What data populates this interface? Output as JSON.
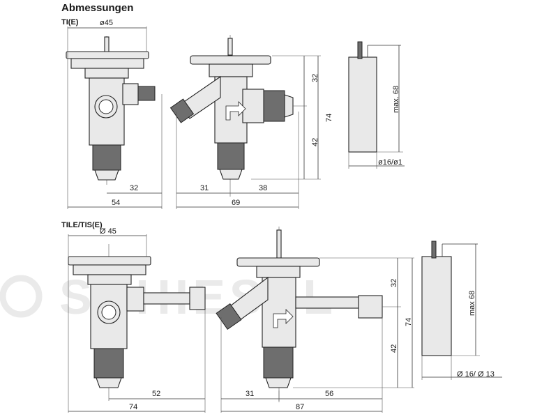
{
  "title": "Abmessungen",
  "section1": {
    "label": "TI(E)",
    "dims": {
      "diameter": "ø45",
      "d32a": "32",
      "d54": "54",
      "d31": "31",
      "d38": "38",
      "d69": "69",
      "d32b": "32",
      "d42": "42",
      "d74": "74",
      "max68": "max. 68",
      "bulb": "ø16/ø1"
    }
  },
  "section2": {
    "label": "TILE/TIS(E)",
    "dims": {
      "diameter": "Ø 45",
      "d52": "52",
      "d74": "74",
      "d31": "31",
      "d56": "56",
      "d87": "87",
      "d32": "32",
      "d42": "42",
      "d74v": "74",
      "max68": "max 68",
      "bulb": "Ø 16/ Ø 13"
    }
  },
  "watermark": "SCHIESSL"
}
